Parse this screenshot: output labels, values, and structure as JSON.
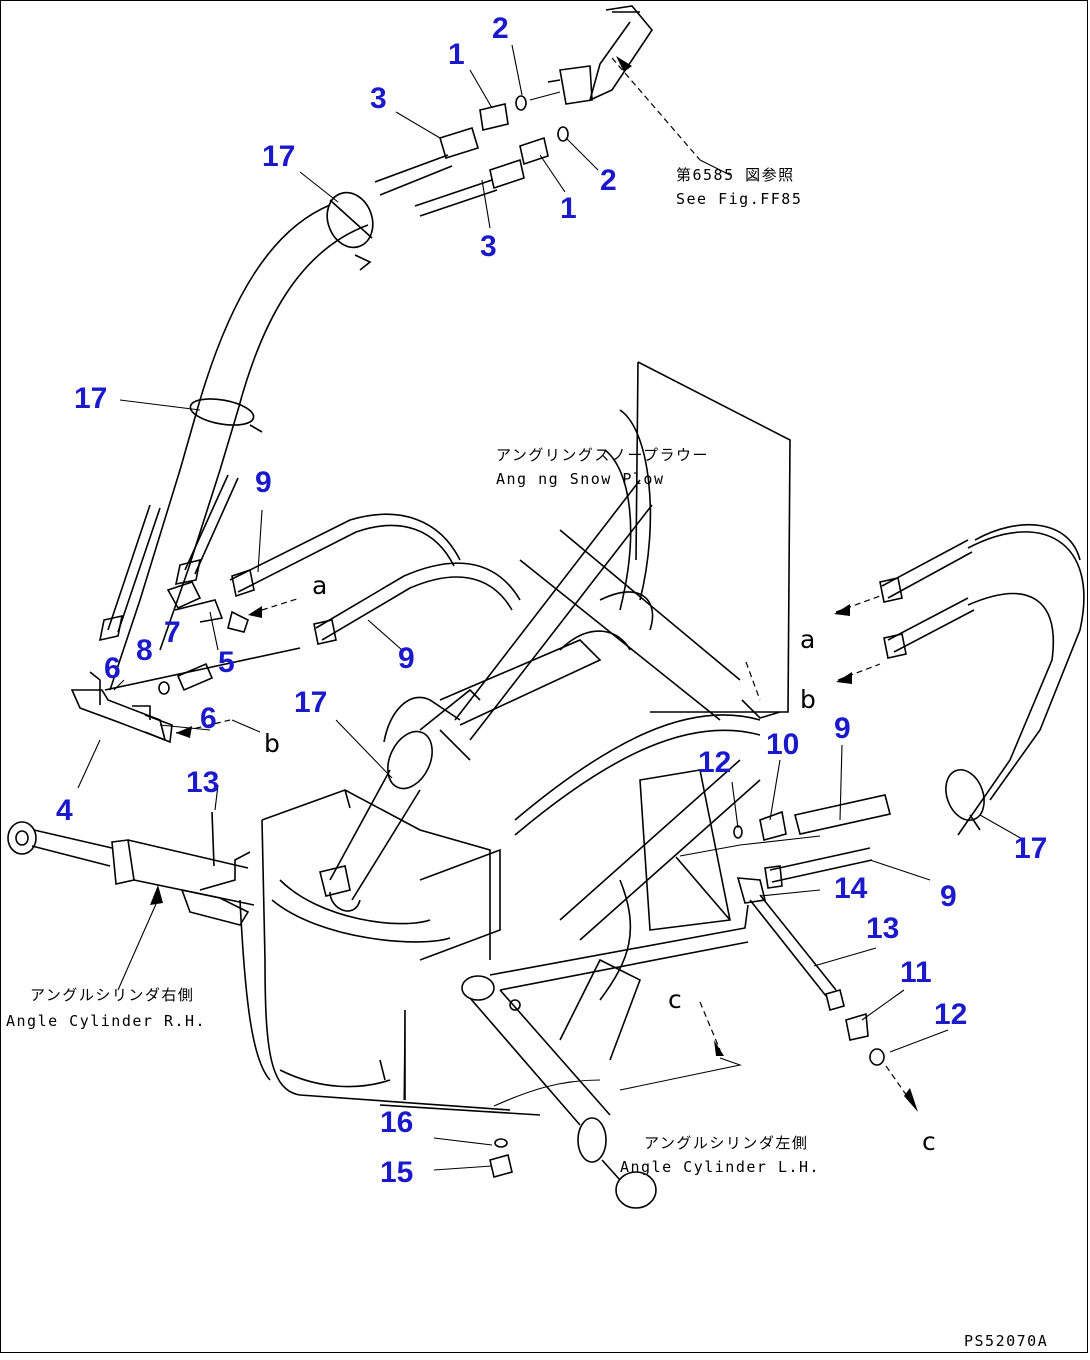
{
  "callouts": [
    {
      "id": "c1a",
      "text": "1"
    },
    {
      "id": "c2a",
      "text": "2"
    },
    {
      "id": "c3a",
      "text": "3"
    },
    {
      "id": "c17a",
      "text": "17"
    },
    {
      "id": "c2b",
      "text": "2"
    },
    {
      "id": "c1b",
      "text": "1"
    },
    {
      "id": "c3b",
      "text": "3"
    },
    {
      "id": "c17b",
      "text": "17"
    },
    {
      "id": "c9a",
      "text": "9"
    },
    {
      "id": "c8",
      "text": "8"
    },
    {
      "id": "c7",
      "text": "7"
    },
    {
      "id": "c6a",
      "text": "6"
    },
    {
      "id": "c5",
      "text": "5"
    },
    {
      "id": "c9b",
      "text": "9"
    },
    {
      "id": "c17c",
      "text": "17"
    },
    {
      "id": "c6b",
      "text": "6"
    },
    {
      "id": "c4",
      "text": "4"
    },
    {
      "id": "c13a",
      "text": "13"
    },
    {
      "id": "c12a",
      "text": "12"
    },
    {
      "id": "c10",
      "text": "10"
    },
    {
      "id": "c9c",
      "text": "9"
    },
    {
      "id": "c17d",
      "text": "17"
    },
    {
      "id": "c14",
      "text": "14"
    },
    {
      "id": "c9d",
      "text": "9"
    },
    {
      "id": "c13b",
      "text": "13"
    },
    {
      "id": "c11",
      "text": "11"
    },
    {
      "id": "c12b",
      "text": "12"
    },
    {
      "id": "c16",
      "text": "16"
    },
    {
      "id": "c15",
      "text": "15"
    }
  ],
  "letters": [
    {
      "id": "la1",
      "text": "a"
    },
    {
      "id": "la2",
      "text": "a"
    },
    {
      "id": "lb1",
      "text": "b"
    },
    {
      "id": "lb2",
      "text": "b"
    },
    {
      "id": "lc1",
      "text": "c"
    },
    {
      "id": "lc2",
      "text": "c"
    }
  ],
  "notes": {
    "see_fig_jp": "第6585 図参照",
    "see_fig_en": "See Fig.FF85",
    "plow_jp": "アングリングスノープラウー",
    "plow_en": "Ang  ng Snow Plow",
    "cyl_r_jp": "アングルシリンダ右側",
    "cyl_r_en": "Angle Cylinder R.H.",
    "cyl_l_jp": "アングルシリンダ左側",
    "cyl_l_en": "Angle Cylinder L.H.",
    "drawing_no": "PS52070A"
  }
}
